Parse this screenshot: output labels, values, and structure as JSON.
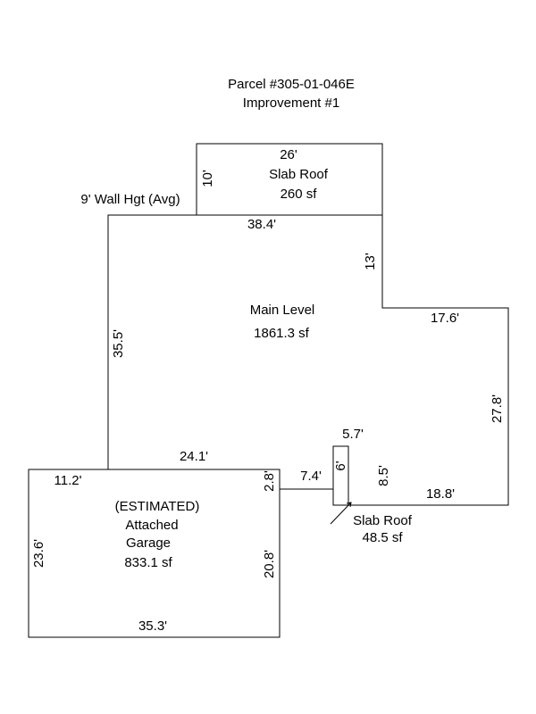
{
  "header": {
    "parcel": "Parcel #305-01-046E",
    "improvement": "Improvement #1"
  },
  "areas": {
    "slab_roof_top": {
      "label": "Slab Roof",
      "area": "260 sf"
    },
    "main_level": {
      "label": "Main Level",
      "area": "1861.3 sf"
    },
    "garage": {
      "note": "(ESTIMATED)",
      "label_line1": "Attached",
      "label_line2": "Garage",
      "area": "833.1 sf"
    },
    "slab_roof_small": {
      "label": "Slab Roof",
      "area": "48.5 sf"
    }
  },
  "wall_height": "9' Wall Hgt (Avg)",
  "dimensions": {
    "top_slab_width": "26'",
    "top_slab_depth": "10'",
    "main_top": "38.4'",
    "main_right_step": "13'",
    "main_right_top": "17.6'",
    "main_left": "35.5'",
    "main_right": "27.8'",
    "main_bottom_left": "24.1'",
    "small_slab_width": "5.7'",
    "small_slab_inner": "6'",
    "small_slab_height": "8.5'",
    "main_bottom_right": "18.8'",
    "connector": "7.4'",
    "garage_step": "2.8'",
    "garage_top_left": "11.2'",
    "garage_left": "23.6'",
    "garage_right": "20.8'",
    "garage_bottom": "35.3'"
  }
}
